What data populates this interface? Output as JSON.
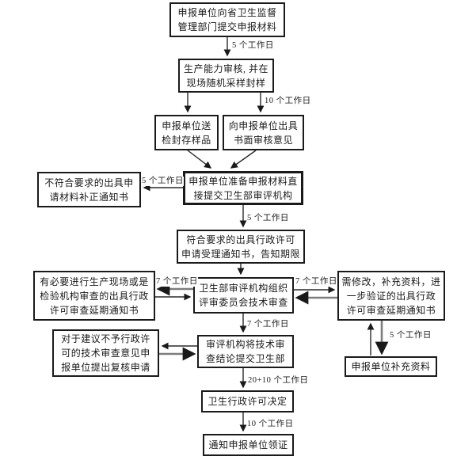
{
  "colors": {
    "ink": "#1a1a1a",
    "arrow_dark": "#2a2a2a",
    "arrow_gray": "#7d7d7d",
    "background": "#ffffff"
  },
  "nodes": {
    "submit_provincial": {
      "label": "申报单位向省卫生监督\n管理部门提交申报材料"
    },
    "capacity_review": {
      "label": "生产能力审核, 并在\n现场随机采样封样"
    },
    "send_samples": {
      "label": "申报单位送\n检封存样品"
    },
    "written_opinion": {
      "label": "向申报单位出具\n书面审核意见"
    },
    "not_qualified": {
      "label": "不符合要求的出具申\n请材料补正通知书"
    },
    "prepare_submit": {
      "label": "申报单位准备申报材料直\n接提交卫生部审评机构"
    },
    "accept_notice": {
      "label": "符合要求的出具行政许可\n申请受理通知书，告知期限"
    },
    "tech_review": {
      "label": "卫生部审评机构组织\n评审委员会技术审查"
    },
    "site_inspection": {
      "label": "有必要进行生产现场或是\n检验机构审查的出具行政\n许可审查延期通知书"
    },
    "need_revision": {
      "label": "需修改，补充资料，进\n一步验证的出具行政\n许可审查延期通知书"
    },
    "submit_conclusion": {
      "label": "审评机构将技术审\n查结论提交卫生部"
    },
    "review_appeal": {
      "label": "对于建议不予行政许\n可的技术审查意见申\n报单位提出复核申请"
    },
    "supplement_data": {
      "label": "申报单位补充资料"
    },
    "license_decision": {
      "label": "卫生行政许可决定"
    },
    "notify_certificate": {
      "label": "通知申报单位领证"
    }
  },
  "edge_labels": {
    "l1": "5 个工作日",
    "l2": "10 个工作日",
    "l3": "5 个工作日",
    "l4": "5 个工作日",
    "l5": "7 个工作日",
    "l6": "7 个工作日",
    "l7": "7 个工作日",
    "l8": "5 个工作日",
    "l9": "20+10 个工作日",
    "l10": "10 个工作日"
  }
}
